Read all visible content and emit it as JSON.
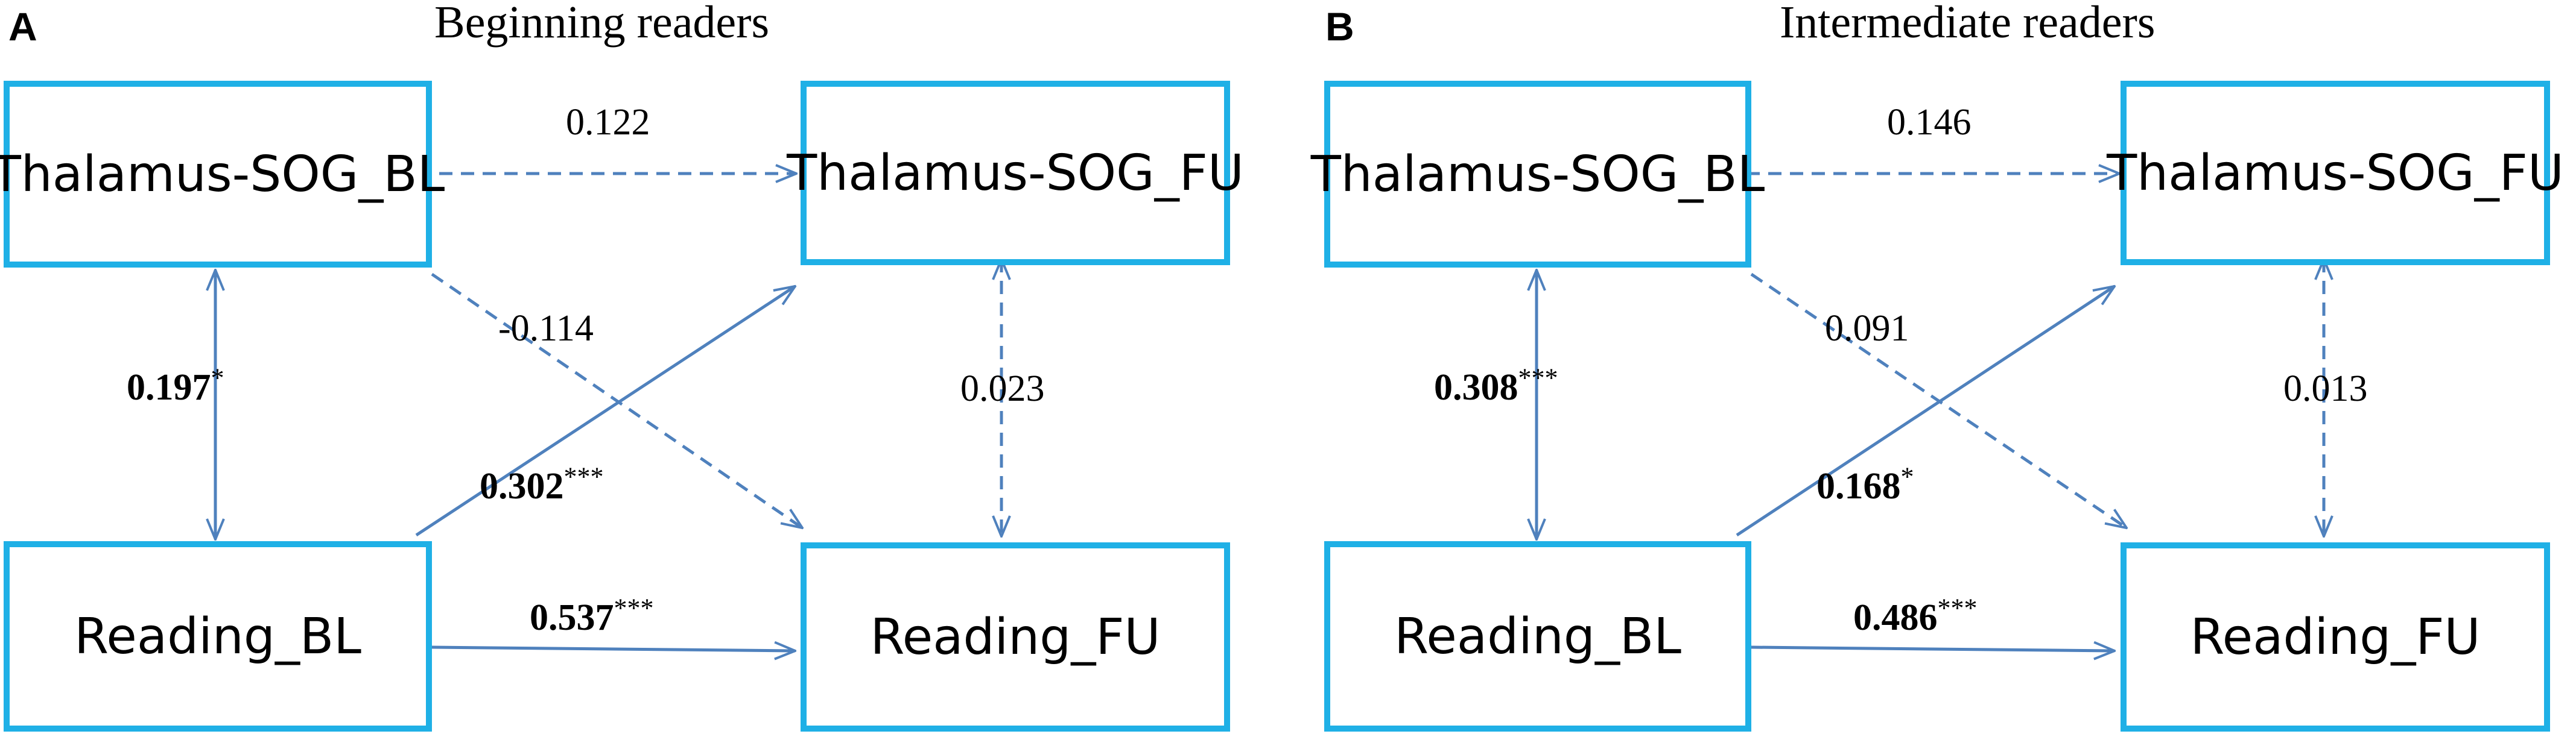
{
  "panels": [
    {
      "letter": "A",
      "title": "Beginning readers",
      "nodes": {
        "tl": "Thalamus-SOG_BL",
        "tr": "Thalamus-SOG_FU",
        "bl": "Reading_BL",
        "br": "Reading_FU"
      },
      "coefficients": {
        "top": {
          "value": "0.122",
          "stars": ""
        },
        "cross_down": {
          "value": "-0.114",
          "stars": ""
        },
        "left_vertical": {
          "value": "0.197",
          "stars": "*"
        },
        "right_vertical": {
          "value": "0.023",
          "stars": ""
        },
        "cross_up": {
          "value": "0.302",
          "stars": "***"
        },
        "bottom": {
          "value": "0.537",
          "stars": "***"
        }
      }
    },
    {
      "letter": "B",
      "title": "Intermediate readers",
      "nodes": {
        "tl": "Thalamus-SOG_BL",
        "tr": "Thalamus-SOG_FU",
        "bl": "Reading_BL",
        "br": "Reading_FU"
      },
      "coefficients": {
        "top": {
          "value": "0.146",
          "stars": ""
        },
        "cross_down": {
          "value": "0.091",
          "stars": ""
        },
        "left_vertical": {
          "value": "0.308",
          "stars": "***"
        },
        "right_vertical": {
          "value": "0.013",
          "stars": ""
        },
        "cross_up": {
          "value": "0.168",
          "stars": "*"
        },
        "bottom": {
          "value": "0.486",
          "stars": "***"
        }
      }
    }
  ],
  "colors": {
    "box_border": "#1FB0E6",
    "arrow": "#4F81BD"
  }
}
